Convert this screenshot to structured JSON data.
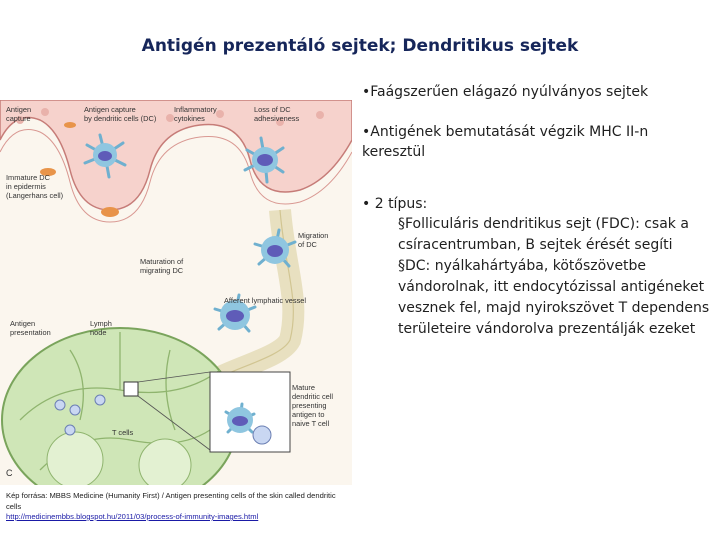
{
  "slide": {
    "title": "Antigén prezentáló sejtek; Dendritikus sejtek",
    "bullets": {
      "b1": "•Faágszerűen elágazó nyúlványos sejtek",
      "b2_line1": "•Antigének bemutatását végzik MHC II-n",
      "b2_line2": "keresztül",
      "b3": "• 2 típus:",
      "sub1_marker": "§",
      "sub1": "Folliculáris dendritikus sejt (FDC): csak a csíracentrumban, B sejtek érését segíti",
      "sub2_marker": "§",
      "sub2": "DC: nyálkahártyába, kötőszövetbe vándorolnak, itt endocytózissal antigéneket vesznek fel, majd nyirokszövet T dependens területeire vándorolva prezentálják ezeket"
    }
  },
  "figure": {
    "labels": {
      "antigen_capture": [
        "Antigen",
        "capture"
      ],
      "capture_by_dc": [
        "Antigen capture",
        "by dendritic cells (DC)"
      ],
      "inflammatory": [
        "Inflammatory",
        "cytokines"
      ],
      "loss_adhesiveness": [
        "Loss of DC",
        "adhesiveness"
      ],
      "immature_dc": [
        "Immature DC",
        "in epidermis",
        "(Langerhans cell)"
      ],
      "migration": [
        "Migration",
        "of DC"
      ],
      "maturation": [
        "Maturation of",
        "migrating DC"
      ],
      "afferent": "Afferent lymphatic vessel",
      "antigen_presentation": [
        "Antigen",
        "presentation"
      ],
      "lymph_node": [
        "Lymph",
        "node"
      ],
      "t_cells": "T cells",
      "mature_dc": [
        "Mature",
        "dendritic cell",
        "presenting",
        "antigen to",
        "naive T cell"
      ],
      "panel_letter": "C"
    }
  },
  "caption": {
    "text": "Kép forrása: MBBS Medicine (Humanity First) / Antigen presenting cells of the skin called dendritic cells",
    "link": "http://medicinembbs.blogspot.hu/2011/03/process-of-immunity-images.html"
  }
}
